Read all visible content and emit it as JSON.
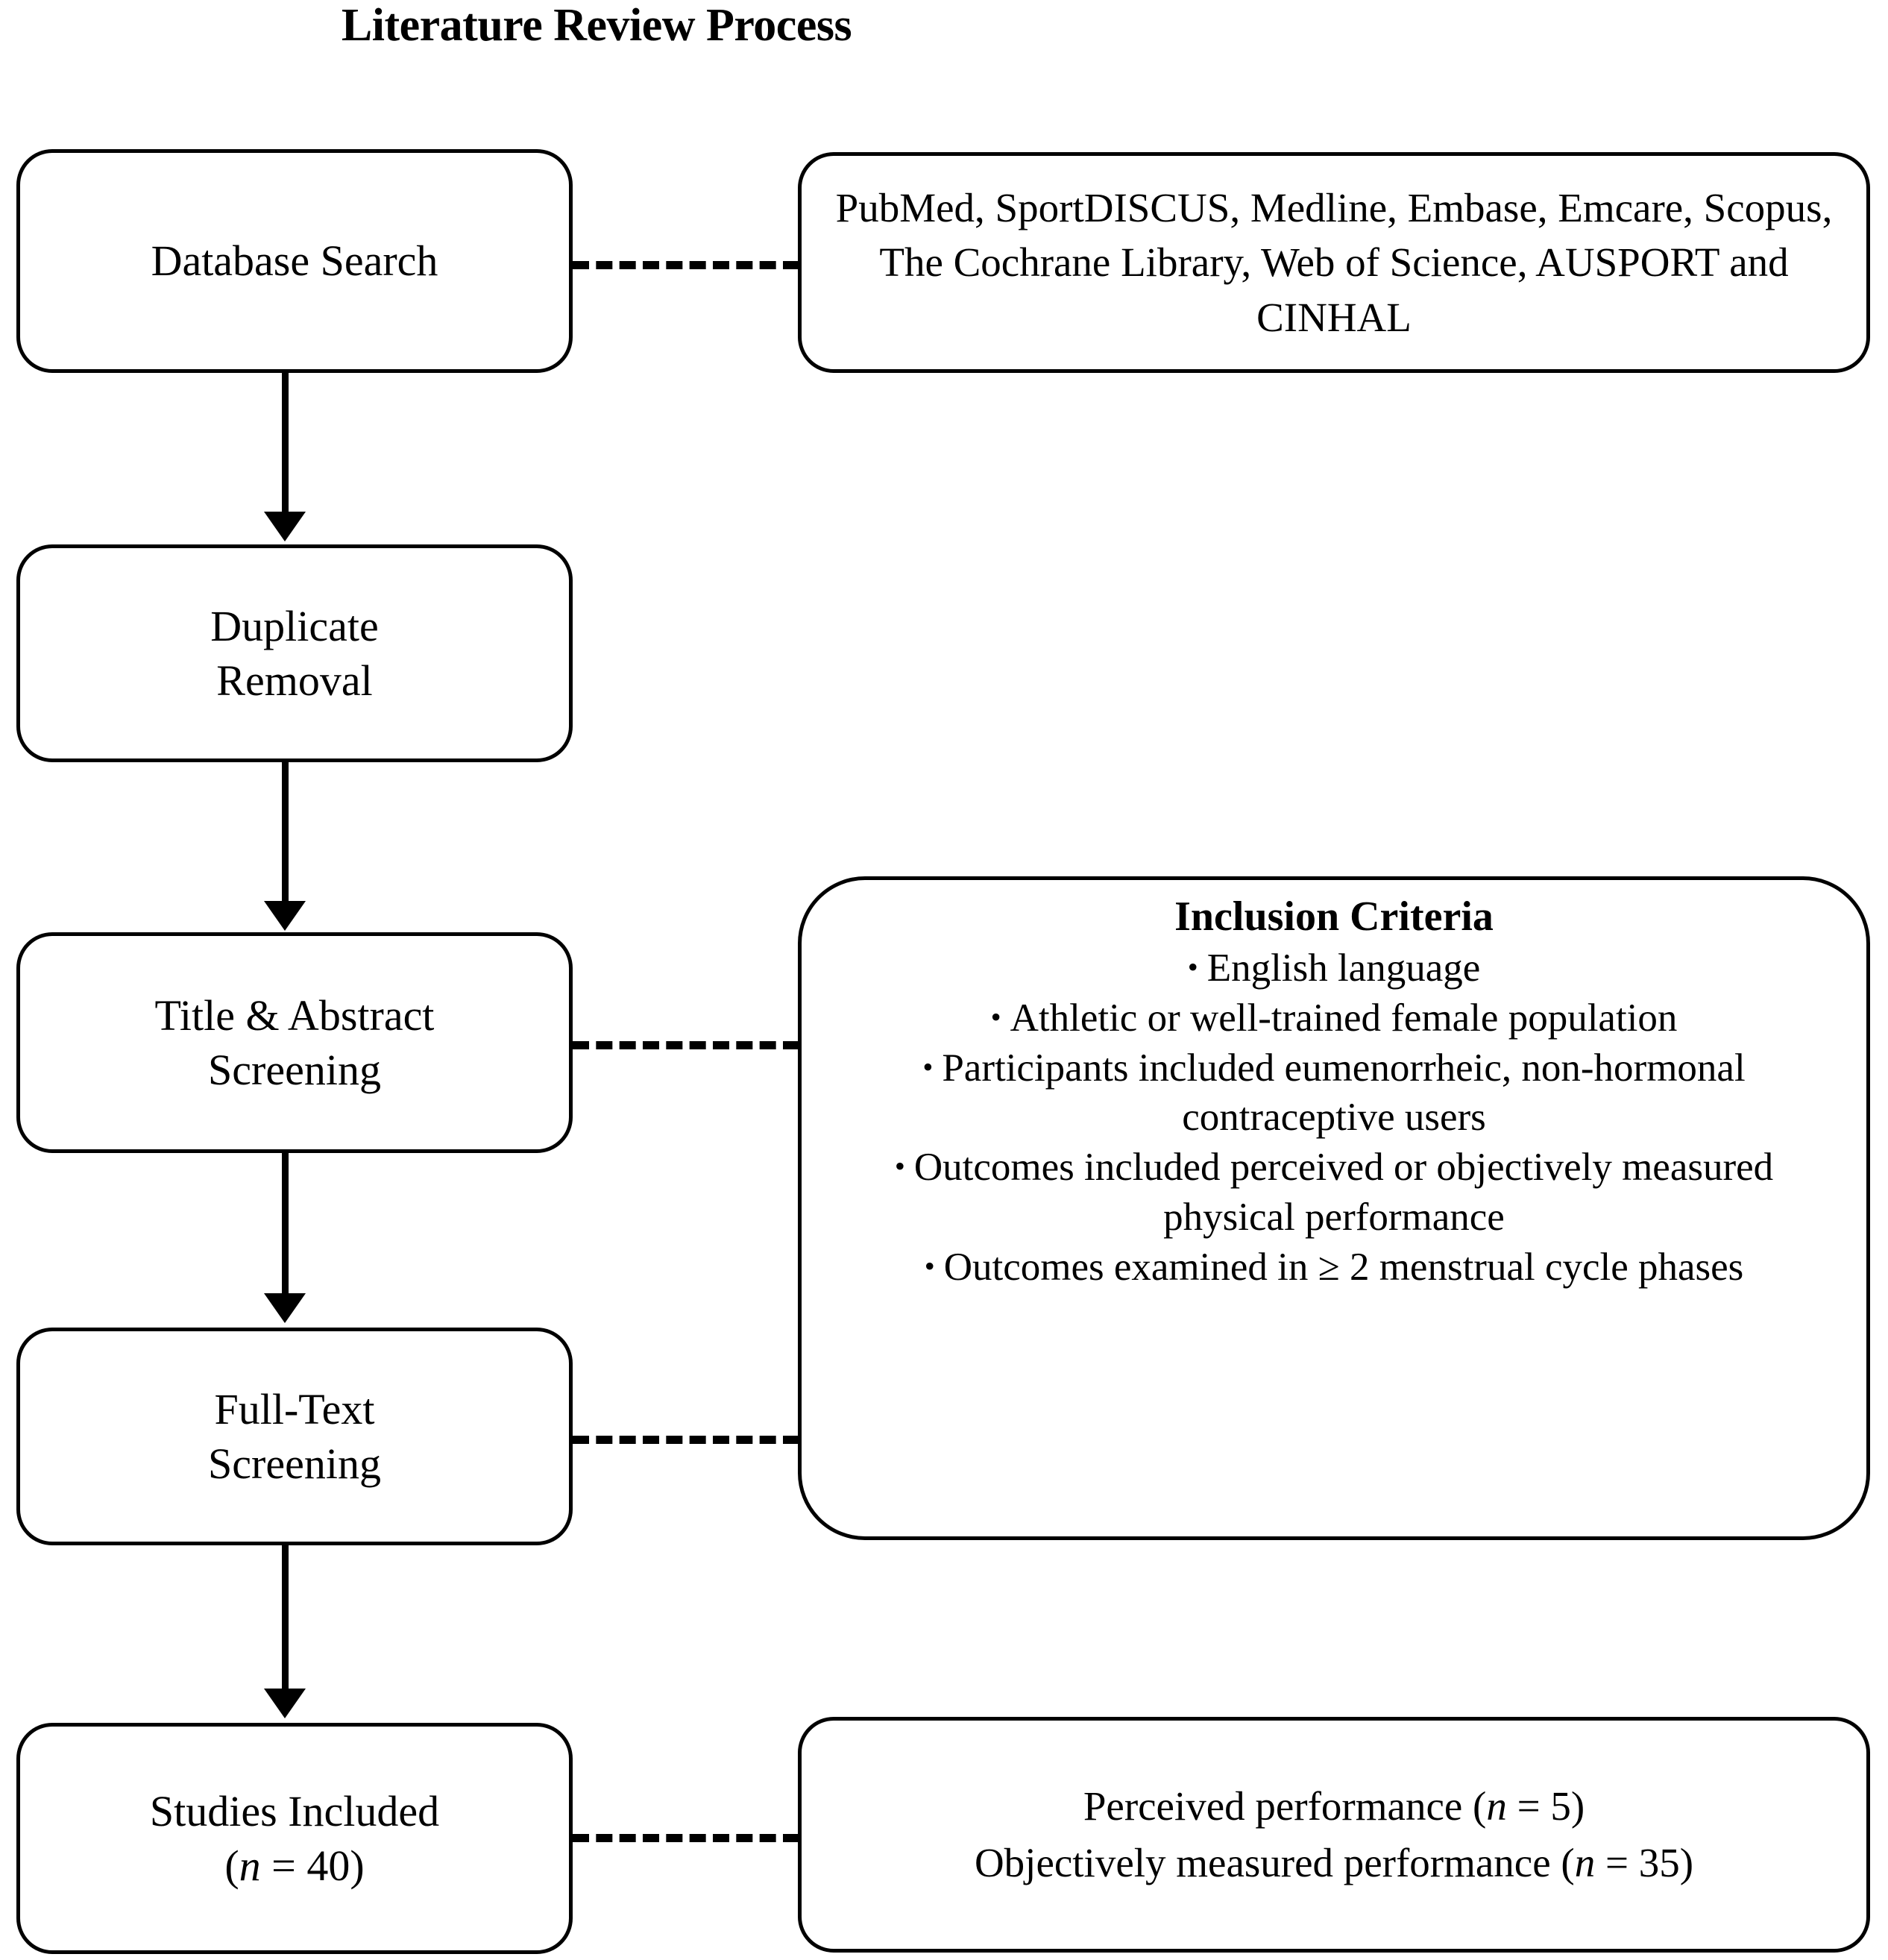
{
  "title": "Literature Review Process",
  "nodes": {
    "database_search": "Database Search",
    "duplicate_removal": "Duplicate\nRemoval",
    "title_abstract": "Title & Abstract\nScreening",
    "full_text": "Full-Text\nScreening",
    "studies_included_line1": "Studies Included",
    "studies_included_line2": "(n = 40)"
  },
  "databases": {
    "text": "PubMed, SportDISCUS, Medline, Embase, Emcare, Scopus, The Cochrane Library, Web of Science, AUSPORT and CINHAL",
    "list": [
      "PubMed",
      "SportDISCUS",
      "Medline",
      "Embase",
      "Emcare",
      "Scopus",
      "The Cochrane Library",
      "Web of Science",
      "AUSPORT",
      "CINHAL"
    ]
  },
  "inclusion_criteria": {
    "heading": "Inclusion Criteria",
    "items": [
      "English language",
      "Athletic or well-trained female population",
      "Participants included eumenorrheic, non-hormonal contraceptive users",
      "Outcomes included perceived or objectively measured physical performance",
      "Outcomes examined in ≥ 2 menstrual cycle phases"
    ],
    "bullet_glyph": "•"
  },
  "results": {
    "perceived_label": "Perceived performance (",
    "perceived_n": "n",
    "perceived_value": " = 5)",
    "objective_label": "Objectively measured performance (",
    "objective_n": "n",
    "objective_value": " = 35)",
    "perceived_line": "Perceived performance (n = 5)",
    "objective_line": "Objectively measured performance (n = 35)"
  },
  "flow": {
    "steps": [
      "Database Search",
      "Duplicate Removal",
      "Title & Abstract Screening",
      "Full-Text Screening",
      "Studies Included (n = 40)"
    ],
    "arrow_glyph": "↓",
    "link_style": "dashed"
  },
  "counts": {
    "studies_included": 40,
    "perceived_performance": 5,
    "objectively_measured_performance": 35,
    "min_cycle_phases": 2
  },
  "colors": {
    "stroke": "#000000",
    "background": "#ffffff",
    "text": "#000000"
  }
}
